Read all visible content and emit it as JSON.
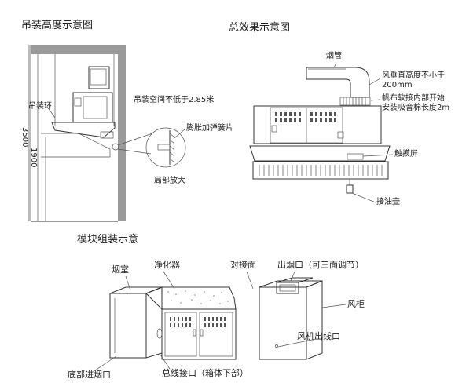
{
  "section1": {
    "title": "吊装高度示意图",
    "ring_label": "吊装环",
    "dim_total": "3500",
    "dim_lower": "1900",
    "space_note": "吊装空间不低于2.85米",
    "expansion_note": "膨胀加弹簧片",
    "detail_label": "局部放大"
  },
  "section2": {
    "title": "总效果示意图",
    "chimney_label": "烟管",
    "height_note_line1": "风垂直高度不小于",
    "height_note_line2": "200mm",
    "canvas_note_line1": "帆布软接内部开始",
    "canvas_note_line2": "安装吸音棉长度2m",
    "touchscreen_label": "触摸屏",
    "oil_cup_label": "接油壶"
  },
  "section3": {
    "title": "模块组装示意",
    "smoke_chamber": "烟室",
    "purifier": "净化器",
    "interface": "对接面",
    "outlet": "出烟口（可三面调节）",
    "fan_cabinet": "风柜",
    "fan_outlet": "风机出线口",
    "bottom_inlet": "底部进烟口",
    "bus_interface": "总线接口（箱体下部）"
  }
}
